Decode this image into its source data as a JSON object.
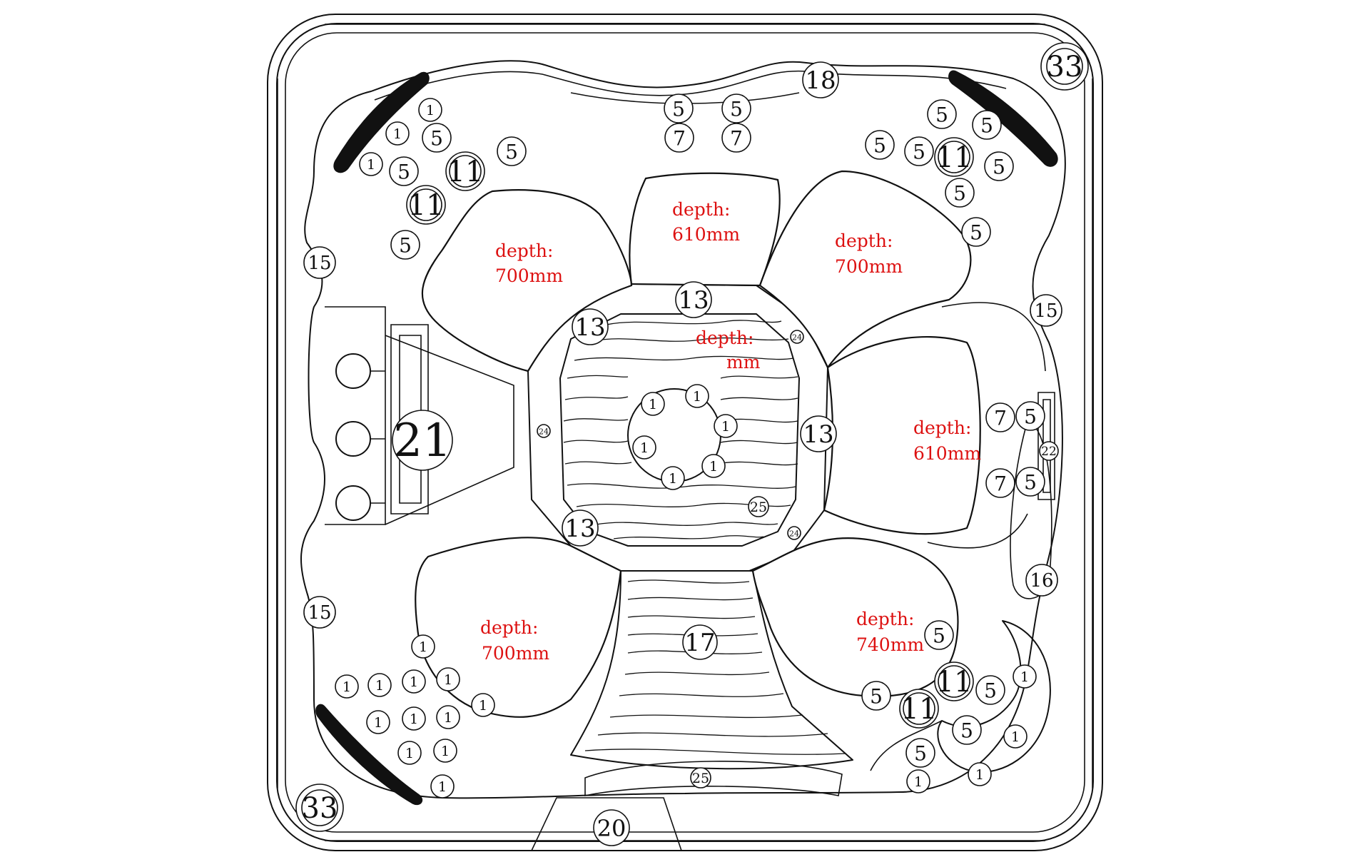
{
  "depth_labels": {
    "tl_word": "depth:",
    "tl_value": "700mm",
    "top_word": "depth:",
    "top_value": "610mm",
    "tr_word": "depth:",
    "tr_value": "700mm",
    "center_word": "depth:",
    "center_value": "mm",
    "right_word": "depth:",
    "right_value": "610mm",
    "bl_word": "depth:",
    "bl_value": "700mm",
    "br_word": "depth:",
    "br_value": "740mm"
  },
  "markers": {
    "label_1": "1",
    "label_5": "5",
    "label_7": "7",
    "label_11": "11",
    "label_13": "13",
    "label_15": "15",
    "label_16": "16",
    "label_17": "17",
    "label_18": "18",
    "label_20": "20",
    "label_21": "21",
    "label_22": "22",
    "label_24": "24",
    "label_25": "25",
    "label_33": "33"
  },
  "colors": {
    "line": "#111111",
    "depth_text": "#dd1111",
    "background": "#ffffff"
  }
}
